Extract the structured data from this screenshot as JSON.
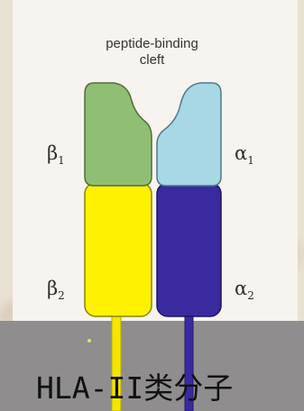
{
  "diagram": {
    "cleft_label_line1": "peptide-binding",
    "cleft_label_line2": "cleft",
    "beta1_label": "β",
    "beta1_sub": "1",
    "alpha1_label": "α",
    "alpha1_sub": "1",
    "beta2_label": "β",
    "beta2_sub": "2",
    "alpha2_label": "α",
    "alpha2_sub": "2",
    "title": "HLA-II类分子",
    "colors": {
      "beta1": "#8fbf74",
      "alpha1": "#a8d8e6",
      "beta2": "#fff200",
      "alpha2": "#3a2aa0",
      "membrane": "#8f8d8d"
    }
  }
}
